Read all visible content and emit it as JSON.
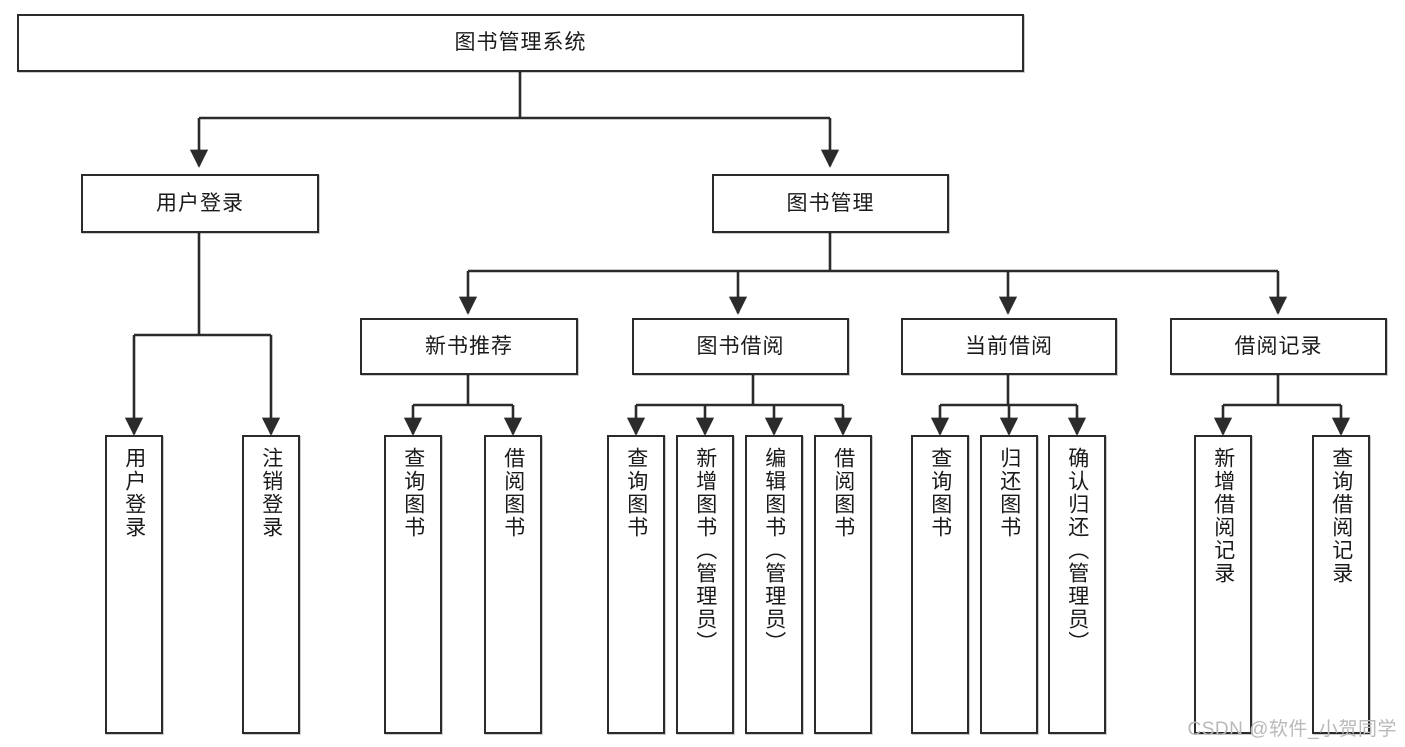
{
  "diagram": {
    "title": "图书管理系统",
    "type": "hierarchical-function-tree",
    "colors": {
      "box_border": "#2b2b2b",
      "box_fill": "#ffffff",
      "connector": "#2b2b2b",
      "text": "#1a1a1a",
      "watermark": "#b9b9b9",
      "background": "#ffffff"
    },
    "root": {
      "label": "图书管理系统"
    },
    "level2": [
      {
        "label": "用户登录"
      },
      {
        "label": "图书管理"
      }
    ],
    "level3": [
      {
        "label": "新书推荐"
      },
      {
        "label": "图书借阅"
      },
      {
        "label": "当前借阅"
      },
      {
        "label": "借阅记录"
      }
    ],
    "leaves": {
      "user_login": [
        {
          "label": "用户登录"
        },
        {
          "label": "注销登录"
        }
      ],
      "new_book_recommend": [
        {
          "label": "查询图书"
        },
        {
          "label": "借阅图书"
        }
      ],
      "book_borrow": [
        {
          "label": "查询图书"
        },
        {
          "label": "新增图书（管理员）"
        },
        {
          "label": "编辑图书（管理员）"
        },
        {
          "label": "借阅图书"
        }
      ],
      "current_borrow": [
        {
          "label": "查询图书"
        },
        {
          "label": "归还图书"
        },
        {
          "label": "确认归还（管理员）"
        }
      ],
      "borrow_record": [
        {
          "label": "新增借阅记录"
        },
        {
          "label": "查询借阅记录"
        }
      ]
    },
    "watermark": "CSDN @软件_小贺同学"
  }
}
